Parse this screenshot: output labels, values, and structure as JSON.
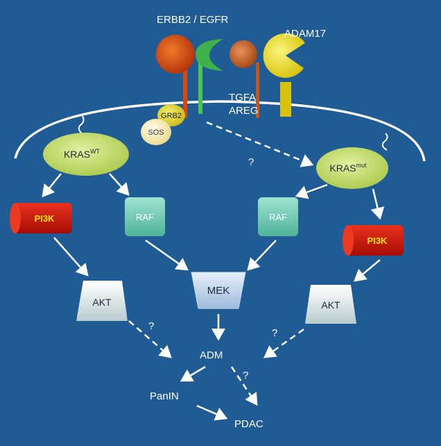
{
  "receptors": {
    "erbb2_egfr": "ERBB2 / EGFR",
    "adam17": "ADAM17",
    "tgfa": "TGFA",
    "areg": "AREG"
  },
  "adaptors": {
    "sos": "SOS",
    "grb2": "GRB2"
  },
  "kras_wt": {
    "base": "KRAS",
    "sup": "WT"
  },
  "kras_mut": {
    "base": "KRAS",
    "sup": "mut"
  },
  "left": {
    "pi3k": "PI3K",
    "raf": "RAF",
    "akt": "AKT"
  },
  "right": {
    "pi3k": "PI3K",
    "raf": "RAF",
    "akt": "AKT"
  },
  "center": {
    "mek": "MEK",
    "adm": "ADM",
    "panin": "PanIN",
    "pdac": "PDAC"
  },
  "unknown": "?",
  "colors": {
    "background": "#1f5b94",
    "kras": "#c6de6e",
    "pi3k": "#c8140c",
    "pi3k_text": "#ffe100",
    "raf": "#72cdb6",
    "akt": "#e4eeee",
    "mek": "#c2d6ec",
    "adam17": "#f0e41a"
  }
}
